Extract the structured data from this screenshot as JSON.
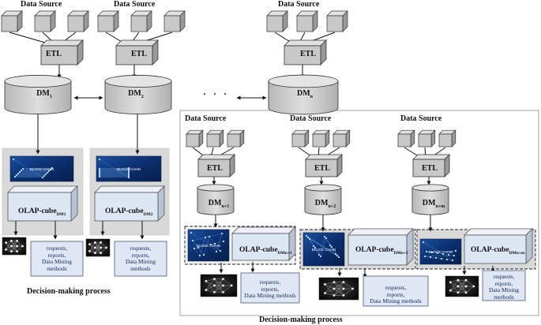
{
  "labels": {
    "data_source": "Data Source",
    "etl": "ETL",
    "dots": "· · ·",
    "decision_making": "Decision-making process",
    "requests": "requests,",
    "reports": "reports,",
    "data_mining": "Data Mining",
    "methods": "methods",
    "data_mining_methods": "Data Mining methods",
    "blockchain_image_text": "BLOCK CHAIN"
  },
  "data_marts": [
    {
      "base": "DM",
      "sub": "1"
    },
    {
      "base": "DM",
      "sub": "2"
    },
    {
      "base": "DM",
      "sub": "n"
    }
  ],
  "left_cubes": [
    {
      "base": "OLAP-cube",
      "sub": "DM1"
    },
    {
      "base": "OLAP-cube",
      "sub": "DM2"
    }
  ],
  "right_data_marts": [
    {
      "base": "DM",
      "sub": "n+1"
    },
    {
      "base": "DM",
      "sub": "n+2"
    },
    {
      "base": "DM",
      "sub": "n+m"
    }
  ],
  "right_cubes": [
    {
      "base": "OLAP-cube",
      "sub": "DMn+1"
    },
    {
      "base": "OLAP-cube",
      "sub": "DMn+2"
    },
    {
      "base": "OLAP-cube",
      "sub": "DMn+m"
    }
  ],
  "colors": {
    "box_face": "#c8c8c8",
    "box_top": "#e2e2e2",
    "box_side": "#9a9a9a",
    "cylinder": "#cfcfcf",
    "cube_face": "#dde6f3",
    "panel_bg": "#d9d9d9",
    "request_box": "#dfe7f4",
    "blockchain_bg": "#0b2f6e"
  }
}
